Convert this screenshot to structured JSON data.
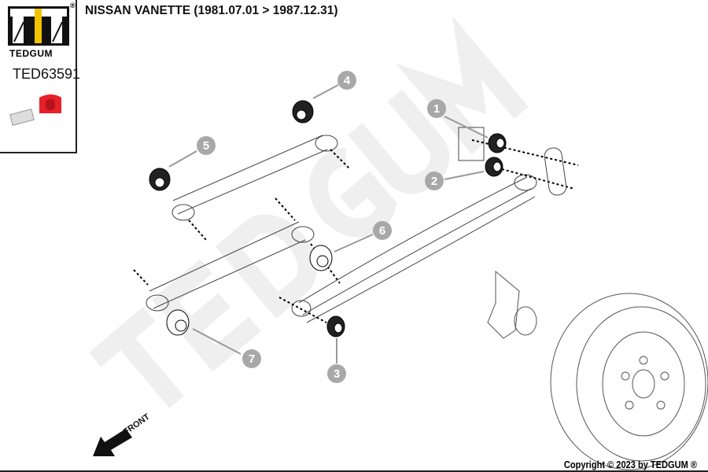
{
  "header": {
    "title": "NISSAN VANETTE (1981.07.01 > 1987.12.31)"
  },
  "logo": {
    "brand": "TEDGUM",
    "registered": "®"
  },
  "product": {
    "part_number": "TED63591"
  },
  "watermark": {
    "text": "TEDGUM"
  },
  "diagram": {
    "front_label": "FRONT",
    "callouts": [
      "1",
      "2",
      "3",
      "4",
      "5",
      "6",
      "7"
    ]
  },
  "footer": {
    "copyright": "Copyright © 2023 by TEDGUM ®"
  },
  "colors": {
    "callout": "#a8a8a8",
    "logo_yellow": "#f2c300",
    "product_red": "#e8202a"
  }
}
